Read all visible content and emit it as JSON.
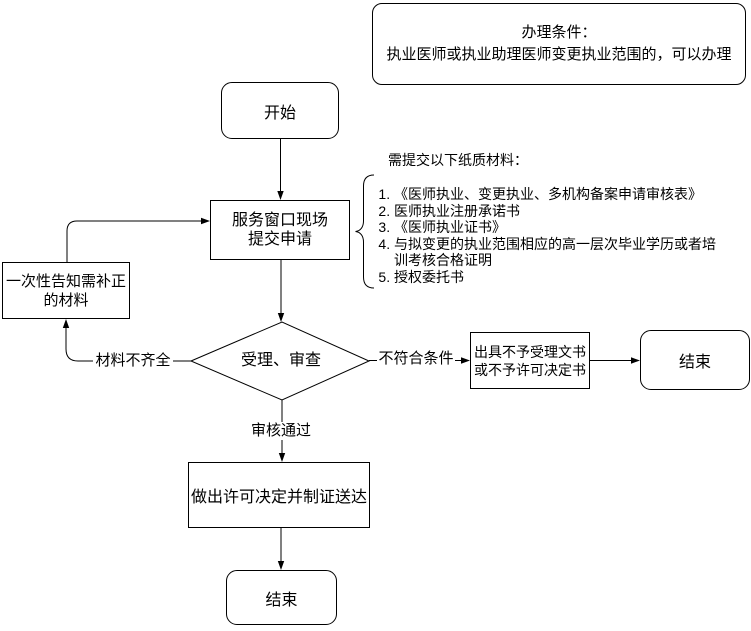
{
  "colors": {
    "stroke": "#000000",
    "fill": "#ffffff",
    "text": "#000000"
  },
  "note": {
    "title": "办理条件：",
    "body": "执业医师或执业助理医师变更执业范围的，可以办理"
  },
  "materials": {
    "header": "需提交以下纸质材料：",
    "items": [
      "《医师执业、变更执业、多机构备案申请审核表》",
      "医师执业注册承诺书",
      "《医师执业证书》",
      "与拟变更的执业范围相应的高一层次毕业学历或者培训考核合格证明",
      "授权委托书"
    ]
  },
  "nodes": {
    "start": {
      "label": "开始"
    },
    "submit": {
      "lines": [
        "服务窗口现场",
        "提交申请"
      ]
    },
    "notify": {
      "lines": [
        "一次性告知需补正",
        "的材料"
      ]
    },
    "review": {
      "label": "受理、审查"
    },
    "reject": {
      "lines": [
        "出具不予受理文书",
        "或不予许可决定书"
      ]
    },
    "decision": {
      "label": "做出许可决定并制证送达"
    },
    "end_right": {
      "label": "结束"
    },
    "end_bottom": {
      "label": "结束"
    }
  },
  "edges": {
    "incomplete": "材料不齐全",
    "not_match": "不符合条件",
    "approved": "审核通过"
  }
}
